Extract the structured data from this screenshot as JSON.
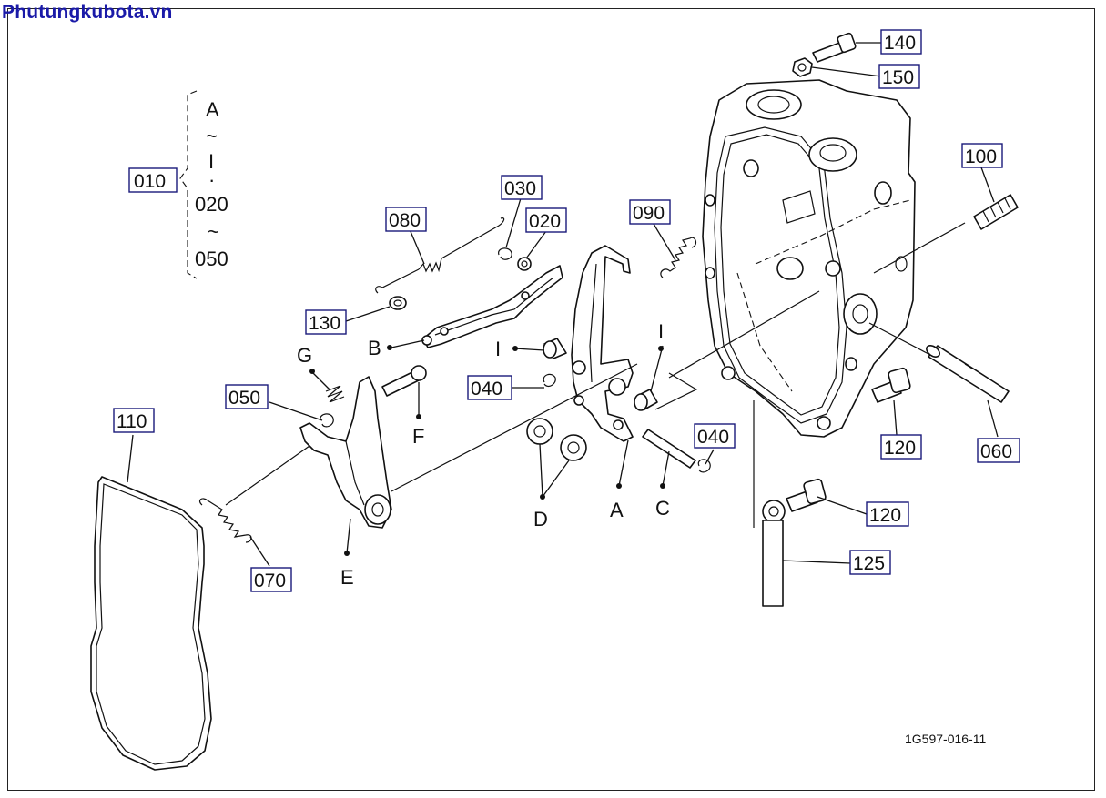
{
  "watermark": "Phutungkubota.vn",
  "drawing_code": "1G597-016-11",
  "assembly": {
    "label": "010",
    "range_items": [
      "A",
      "~",
      "I",
      "·",
      "020",
      "~",
      "050"
    ]
  },
  "part_numbers": {
    "p140": "140",
    "p150": "150",
    "p100": "100",
    "p090": "090",
    "p030": "030",
    "p020": "020",
    "p080": "080",
    "p130": "130",
    "p040a": "040",
    "p040b": "040",
    "p050": "050",
    "p110": "110",
    "p070": "070",
    "p120a": "120",
    "p120b": "120",
    "p125": "125",
    "p060": "060"
  },
  "letters": {
    "b": "B",
    "g": "G",
    "i1": "I",
    "i2": "I",
    "f": "F",
    "e": "E",
    "d": "D",
    "a": "A",
    "c": "C"
  }
}
